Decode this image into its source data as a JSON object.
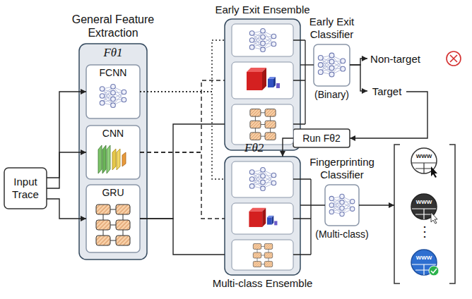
{
  "diagram": {
    "nodes": [
      {
        "text": [
          "Input Trace"
        ]
      },
      {
        "text": [
          "General Feature Extraction",
          "Fθ1"
        ]
      },
      {
        "text": [
          "FCNN"
        ],
        "in": 1
      },
      {
        "text": [
          "CNN"
        ],
        "in": 1
      },
      {
        "text": [
          "GRU"
        ],
        "in": 1
      },
      {
        "text": [
          "Early Exit Ensemble"
        ]
      },
      {
        "text": [
          "Early Exit Classifier",
          "(Binary)"
        ]
      },
      {
        "text": [
          "Non-target"
        ]
      },
      {
        "text": [
          "Target"
        ]
      },
      {
        "text": [
          "Run Fθ2"
        ]
      },
      {
        "text": [
          "Fθ2",
          "Multi-class Ensemble"
        ]
      },
      {
        "text": [
          "Fingerprinting Classifier",
          "(Multi-class)"
        ]
      },
      {
        "text": [
          "⋮"
        ]
      }
    ],
    "edges": [
      {
        "from": 0,
        "to": 2,
        "arrow": "to"
      },
      {
        "from": 0,
        "to": 3,
        "arrow": "to"
      },
      {
        "from": 0,
        "to": 4,
        "arrow": "to"
      },
      {
        "from": 2,
        "to": 5,
        "arrow": "none"
      },
      {
        "from": 3,
        "to": 5,
        "arrow": "none"
      },
      {
        "from": 4,
        "to": 5,
        "arrow": "none"
      },
      {
        "from": 2,
        "to": 10,
        "arrow": "none"
      },
      {
        "from": 3,
        "to": 10,
        "arrow": "none"
      },
      {
        "from": 4,
        "to": 10,
        "arrow": "none"
      },
      {
        "from": 5,
        "to": 6,
        "arrow": "none"
      },
      {
        "from": 6,
        "to": 7,
        "arrow": "to"
      },
      {
        "from": 6,
        "to": 8,
        "arrow": "to"
      },
      {
        "from": 8,
        "to": 9,
        "arrow": "to"
      },
      {
        "from": 9,
        "to": 10,
        "arrow": "to"
      },
      {
        "from": 10,
        "to": 11,
        "arrow": "none"
      },
      {
        "from": 11,
        "to": 12,
        "arrow": "to"
      }
    ],
    "labels": [
      "WWW",
      "WWW",
      "WWW"
    ]
  }
}
